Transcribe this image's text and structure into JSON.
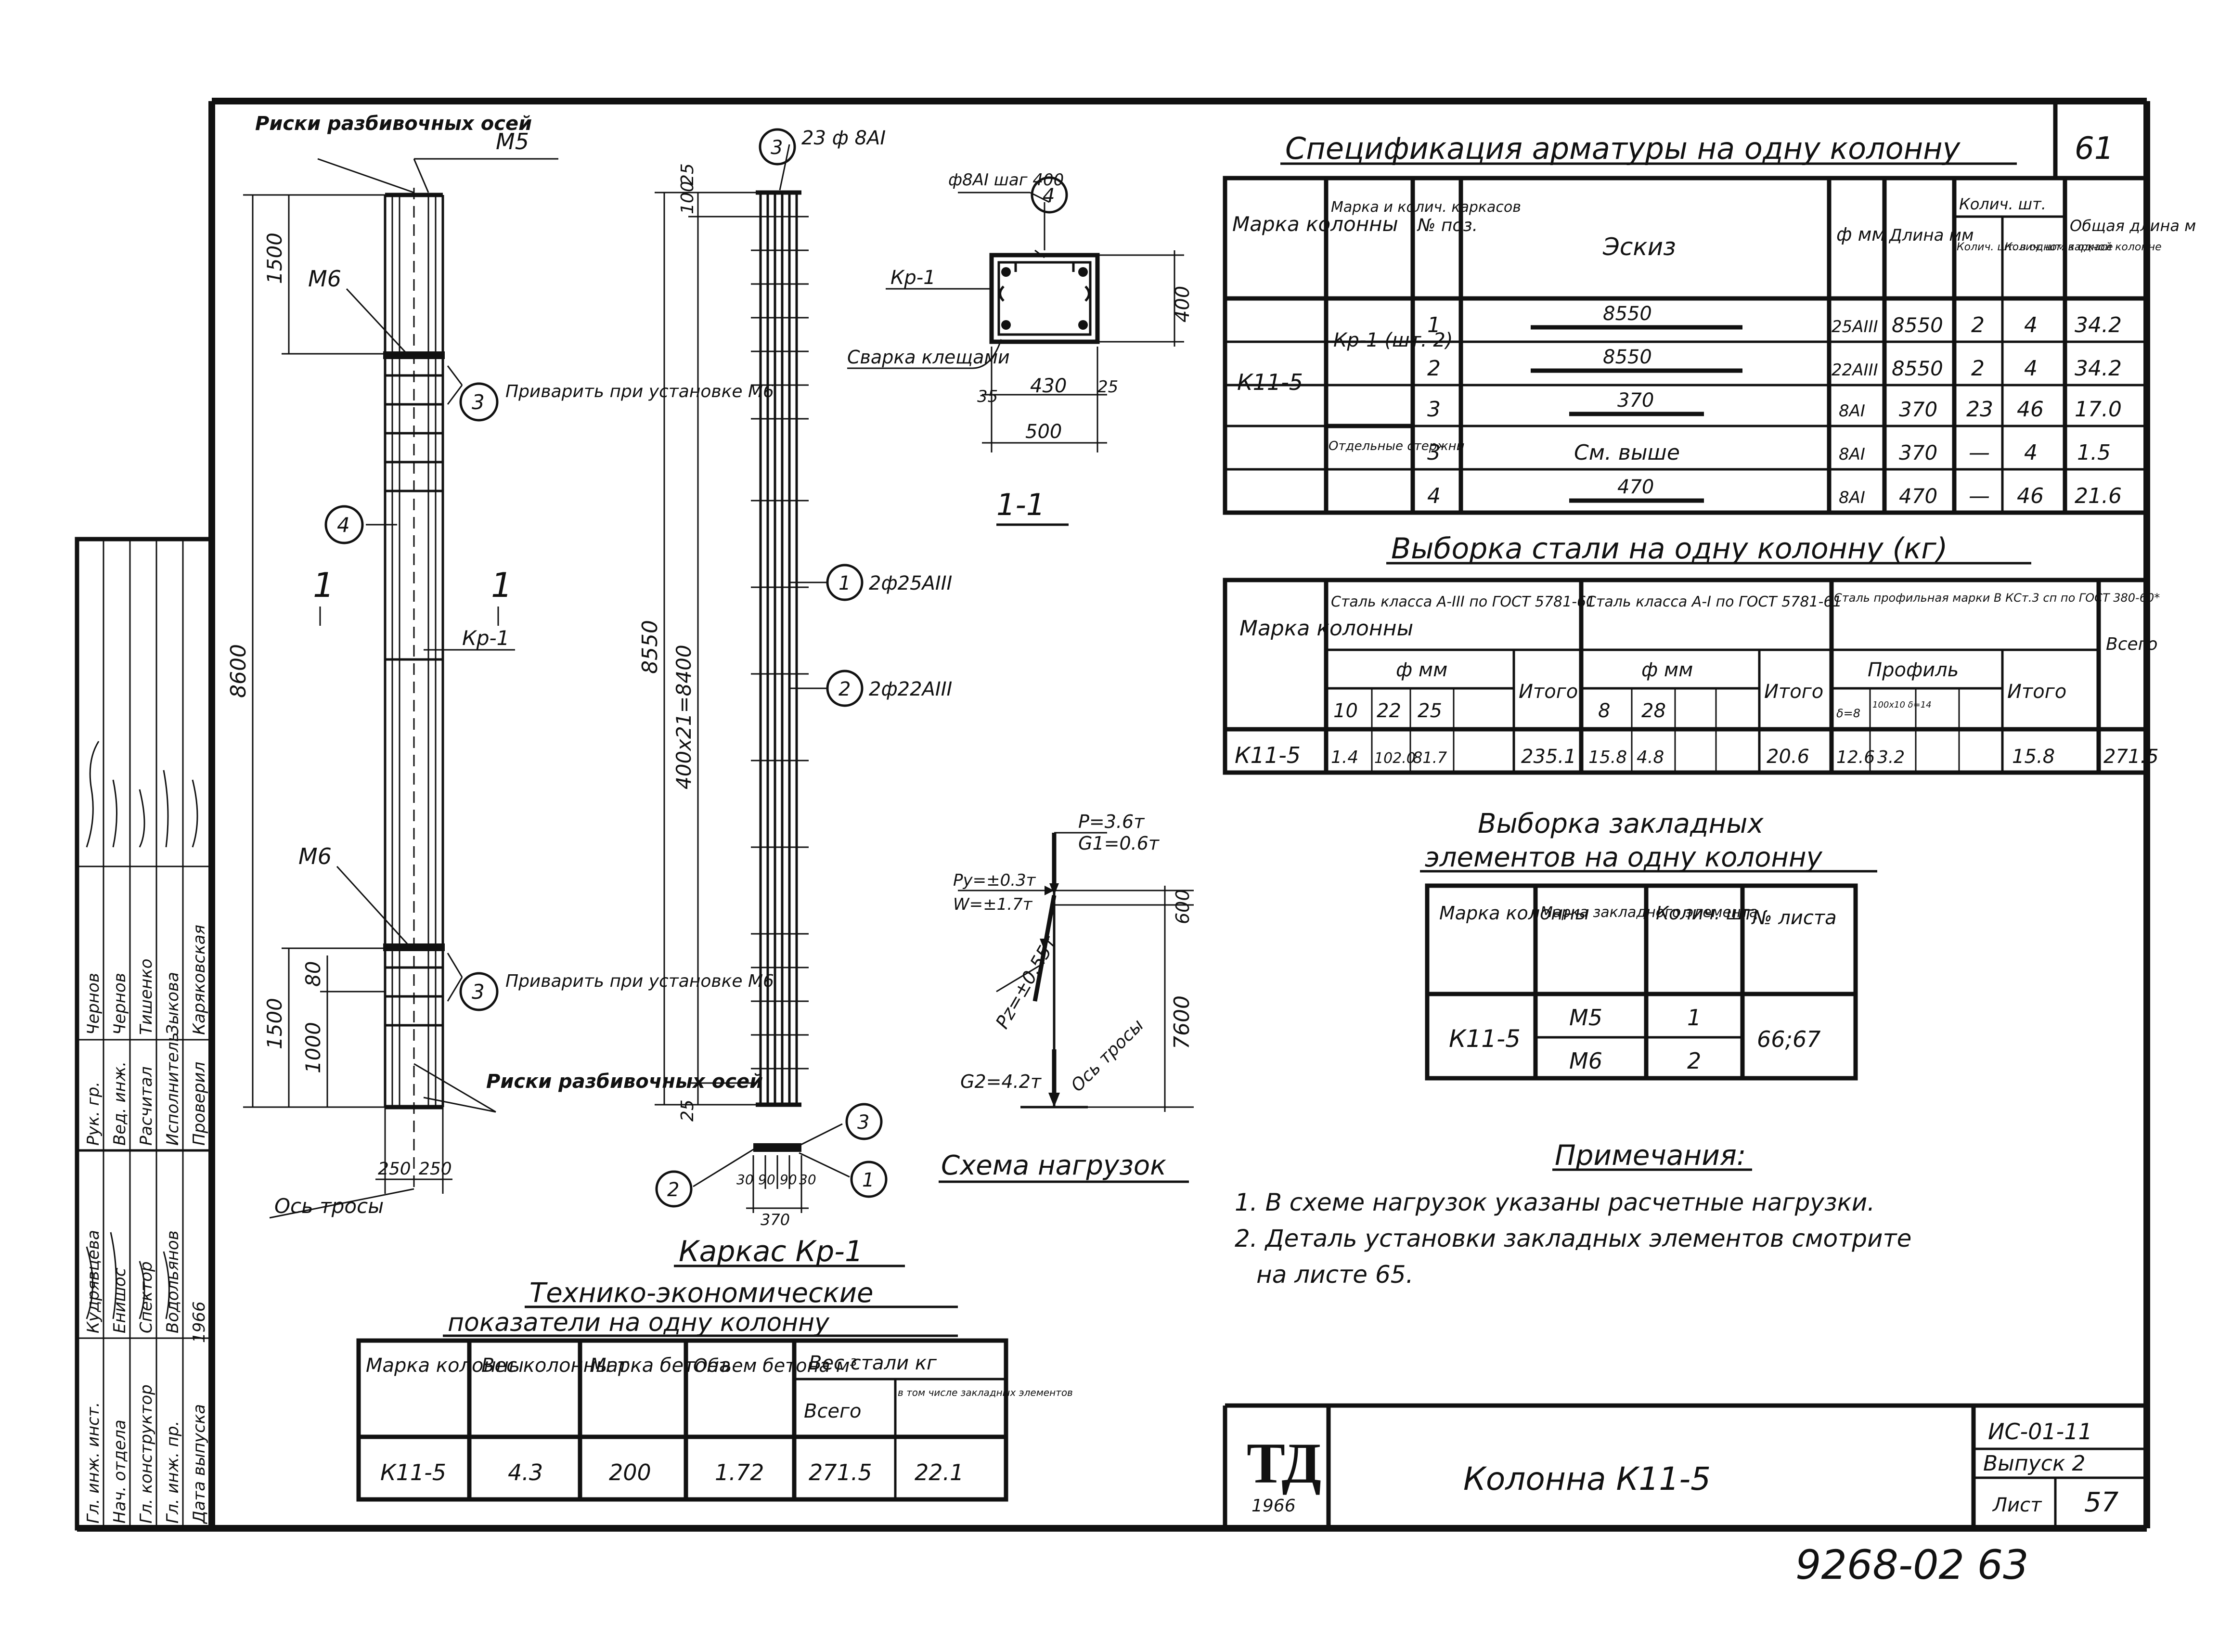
{
  "sheet": {
    "page_number_top": "61",
    "stamp_number": "9268-02 63",
    "frame_logo": "ТД",
    "frame_logo_year": "1966",
    "title_block": {
      "title": "Колонна К11-5",
      "series": "ИС-01-11",
      "issue": "Выпуск 2",
      "sheet_label": "Лист",
      "sheet_number": "57"
    }
  },
  "sidebar": {
    "roles": [
      "Рук. гр.",
      "Вед. инж.",
      "Расчитал",
      "Исполнитель",
      "Проверил"
    ],
    "names": [
      "Чернов",
      "Чернов",
      "Тишенко",
      "Зыкова",
      "Каряковская"
    ],
    "roles2": [
      "Гл. инж. инст.",
      "Нач. отдела",
      "Гл. конструктор",
      "Гл. инж. пр.",
      "Дата выпуска"
    ],
    "names2": [
      "Кудрявцева",
      "Енишос",
      "Спектор",
      "Водольянов"
    ],
    "year": "1966"
  },
  "column_elevation": {
    "label_marks": "Риски разбивочных осей",
    "m5": "М5",
    "m6_top": "М6",
    "m6_bottom": "М6",
    "dim_1500_top": "1500",
    "dim_1500_bottom": "1500",
    "dim_1000": "1000",
    "dim_80": "80",
    "dim_8600": "8600",
    "dim_250a": "250",
    "dim_250b": "250",
    "callout_3": "3",
    "callout_4": "4",
    "weld_note": "Приварить при установке М6",
    "section_mark": "1",
    "kr_label": "Кр-1",
    "axis_label": "Ось тросы"
  },
  "cage": {
    "title": "Каркас Кр-1",
    "top_callout": "3",
    "top_note": "23 ф 8АI",
    "dim_100": "100",
    "dim_25_top": "25",
    "dim_8550": "8550",
    "dim_8400": "400х21=8400",
    "dim_25_bottom": "25",
    "callout_1": "1",
    "note_1": "2ф25АIII",
    "callout_2": "2",
    "note_2": "2ф22АIII",
    "bottom_dims": [
      "30",
      "90",
      "90",
      "30",
      "370"
    ]
  },
  "section_1_1": {
    "title": "1-1",
    "stirrup_note": "ф8АI шаг 400",
    "callout_4": "4",
    "kr_label": "Кр-1",
    "weld_label": "Сварка клещами",
    "dim_400": "400",
    "dim_35": "35",
    "dim_430": "430",
    "dim_25": "25",
    "dim_500": "500"
  },
  "load_scheme": {
    "title": "Схема нагрузок",
    "p": "P=3.6т",
    "g1": "G1=0.6т",
    "py": "Py=±0.3т",
    "w": "W=±1.7т",
    "pz": "Pz=±0.55т",
    "g2": "G2=4.2т",
    "axis": "Ось тросы",
    "dim_600": "600",
    "dim_7600": "7600"
  },
  "spec_table": {
    "title": "Спецификация арматуры на одну колонну",
    "headers": [
      "Марка колонны",
      "Марка и колич. каркасов",
      "№ поз.",
      "Эскиз",
      "ф мм",
      "Длина мм",
      "Колич. шт. в одном каркасе",
      "Колич. шт. в одной колонне",
      "Общая длина м"
    ],
    "group_header": "Колич. шт.",
    "col_mark": "К11-5",
    "frame_mark": "Кр-1 (шт. 2)",
    "separate_label": "Отдельные стержни",
    "rows": [
      {
        "pos": "1",
        "sketch": "8550",
        "dia": "25АIII",
        "len": "8550",
        "n_frame": "2",
        "n_col": "4",
        "total": "34.2"
      },
      {
        "pos": "2",
        "sketch": "8550",
        "dia": "22АIII",
        "len": "8550",
        "n_frame": "2",
        "n_col": "4",
        "total": "34.2"
      },
      {
        "pos": "3",
        "sketch": "370",
        "dia": "8АI",
        "len": "370",
        "n_frame": "23",
        "n_col": "46",
        "total": "17.0"
      },
      {
        "pos": "3",
        "sketch": "См. выше",
        "dia": "8АI",
        "len": "370",
        "n_frame": "—",
        "n_col": "4",
        "total": "1.5"
      },
      {
        "pos": "4",
        "sketch": "470",
        "dia": "8АI",
        "len": "470",
        "n_frame": "—",
        "n_col": "46",
        "total": "21.6"
      }
    ]
  },
  "steel_table": {
    "title": "Выборка стали на одну колонну (кг)",
    "h_mark": "Марка колонны",
    "h_a3": "Сталь класса А-III по ГОСТ 5781-61",
    "h_a1": "Сталь класса А-I по ГОСТ 5781-61",
    "h_prof": "Сталь профильная марки В КСт.3 сп по ГОСТ 380-60*",
    "h_total": "Всего",
    "h_dia": "ф мм",
    "h_dia2": "ф мм",
    "h_profile": "Профиль",
    "h_itogo1": "Итого",
    "h_itogo2": "Итого",
    "h_itogo3": "Итого",
    "sub_a3": [
      "10",
      "22",
      "25"
    ],
    "sub_a1": [
      "8",
      "28",
      ""
    ],
    "sub_prof": [
      "δ=8",
      "100х10 δ=14",
      ""
    ],
    "row": {
      "mark": "К11-5",
      "a3": [
        "1.4",
        "102.0",
        "81.7"
      ],
      "a3_total": "235.1",
      "a1": [
        "15.8",
        "4.8",
        ""
      ],
      "a1_total": "20.6",
      "prof": [
        "12.6",
        "3.2",
        ""
      ],
      "prof_total": "15.8",
      "total": "271.5"
    }
  },
  "embed_table": {
    "title_line1": "Выборка закладных",
    "title_line2": "элементов на одну колонну",
    "headers": [
      "Марка колонны",
      "Марка закладного элемента",
      "Колич. шт.",
      "№ листа"
    ],
    "col_mark": "К11-5",
    "rows": [
      {
        "elem": "М5",
        "qty": "1"
      },
      {
        "elem": "М6",
        "qty": "2"
      }
    ],
    "sheets": "66;67"
  },
  "notes": {
    "title": "Примечания:",
    "line1": "1. В схеме нагрузок указаны расчетные нагрузки.",
    "line2": "2. Деталь установки закладных элементов смотрите",
    "line3": "на листе 65."
  },
  "tech_table": {
    "title_line1": "Технико-экономические",
    "title_line2": "показатели на одну колонну",
    "headers": [
      "Марка колонны",
      "Вес колонны т",
      "Марка бетона",
      "Объем бетона м³",
      "Вес стали кг",
      "Всего",
      "в том числе закладных элементов"
    ],
    "row": {
      "mark": "К11-5",
      "weight": "4.3",
      "concrete": "200",
      "volume": "1.72",
      "steel_total": "271.5",
      "steel_embed": "22.1"
    }
  }
}
